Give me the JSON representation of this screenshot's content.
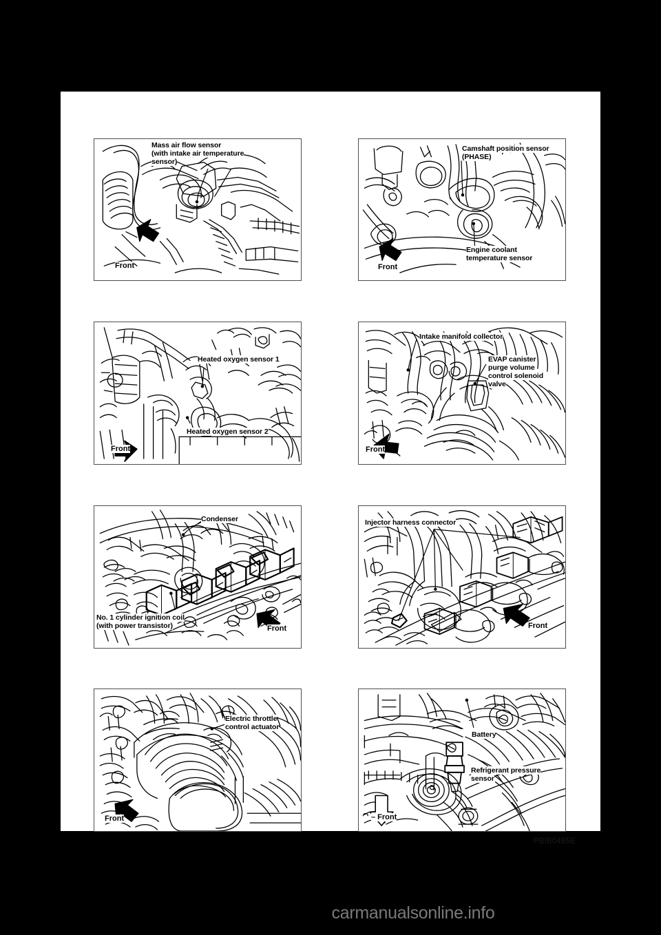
{
  "page": {
    "figure_id": "PBIB0485E",
    "footer_watermark": "carmanualsonline.info",
    "background_color": "#000000",
    "sheet_color": "#ffffff",
    "line_art_color": "#000000",
    "panel_border_color": "#4d4d4d"
  },
  "figures": [
    {
      "id": "mass-air-flow-sensor",
      "position": "row1-left",
      "callouts": [
        {
          "text": "Mass air flow sensor",
          "line2": "(with intake air temperature",
          "line3": "sensor)"
        }
      ],
      "label_lines": [
        "Mass air flow sensor",
        "(with intake air temperature",
        "sensor)"
      ],
      "direction_label": "Front"
    },
    {
      "id": "camshaft-position-sensor",
      "position": "row1-right",
      "label_lines": [
        "Camshaft position sensor",
        "(PHASE)"
      ],
      "label2_lines": [
        "Engine coolant",
        "temperature sensor"
      ],
      "direction_label": "Front"
    },
    {
      "id": "heated-oxygen-sensors",
      "position": "row2-left",
      "label_lines": [
        "Heated oxygen sensor 1"
      ],
      "label2_lines": [
        "Heated oxygen sensor 2"
      ],
      "direction_label": "Front"
    },
    {
      "id": "evap-canister-purge-volume-control-solenoid-valve",
      "position": "row2-right",
      "label_lines": [
        "Intake manifold collector"
      ],
      "label2_lines": [
        "EVAP canister",
        "purge volume",
        "control solenoid",
        "valve"
      ],
      "direction_label": "Front"
    },
    {
      "id": "ignition-coil-condenser",
      "position": "row3-left",
      "label_lines": [
        "Condenser"
      ],
      "label2_lines": [
        "No. 1 cylinder ignition coil",
        "(with power transistor)"
      ],
      "direction_label": "Front"
    },
    {
      "id": "injector-harness-connector",
      "position": "row3-right",
      "label_lines": [
        "Injector harness connector"
      ],
      "direction_label": "Front"
    },
    {
      "id": "electric-throttle-control-actuator",
      "position": "row4-left",
      "label_lines": [
        "Electric throttle",
        "control actuator"
      ],
      "direction_label": "Front"
    },
    {
      "id": "refrigerant-pressure-sensor",
      "position": "row4-right",
      "label_lines": [
        "Battery"
      ],
      "label2_lines": [
        "Refrigerant pressure",
        "sensor"
      ],
      "direction_label": "– Front"
    }
  ]
}
